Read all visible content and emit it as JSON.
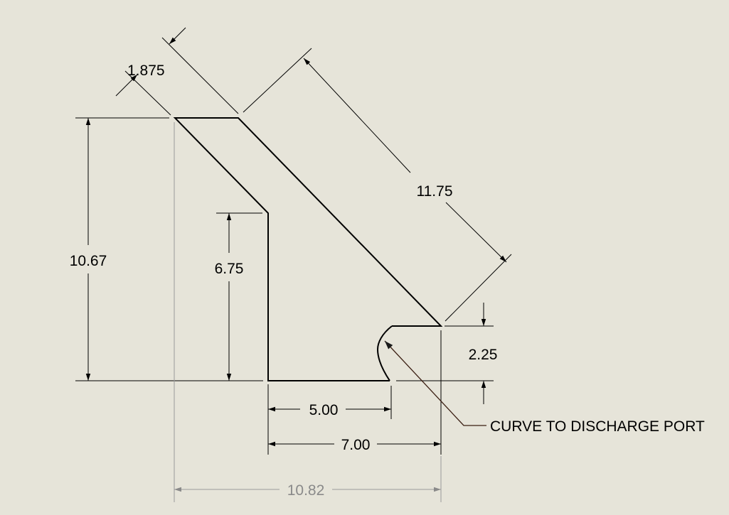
{
  "dimensions": {
    "top_width": "1.875",
    "slope_length": "11.75",
    "overall_height": "10.67",
    "inner_height": "6.75",
    "port_height": "2.25",
    "bottom_length": "5.00",
    "base_length": "7.00",
    "overall_width": "10.82"
  },
  "note": {
    "label": "CURVE TO DISCHARGE PORT"
  },
  "colors": {
    "background": "#e6e4d9",
    "lines": "#000000",
    "reference_dimension": "#8a8a8a",
    "leader": "#3a1e12"
  }
}
